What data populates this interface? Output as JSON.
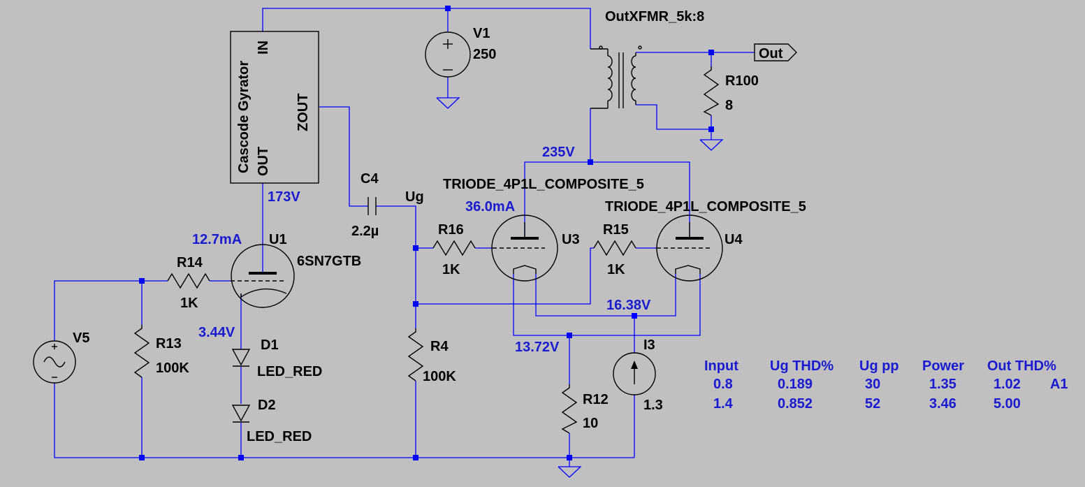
{
  "components": {
    "gyrator": {
      "title": "Cascode Gyrator",
      "pin_in": "IN",
      "pin_out": "OUT",
      "pin_zout": "ZOUT"
    },
    "v1": {
      "name": "V1",
      "value": "250"
    },
    "xfmr": {
      "name": "OutXFMR_5k:8"
    },
    "out_label": "Out",
    "r100": {
      "name": "R100",
      "value": "8"
    },
    "c4": {
      "name": "C4",
      "value": "2.2µ"
    },
    "ug_label": "Ug",
    "u3": {
      "model": "TRIODE_4P1L_COMPOSITE_5",
      "name": "U3"
    },
    "u4": {
      "model": "TRIODE_4P1L_COMPOSITE_5",
      "name": "U4"
    },
    "r16": {
      "name": "R16",
      "value": "1K"
    },
    "r15": {
      "name": "R15",
      "value": "1K"
    },
    "u1": {
      "name": "U1",
      "model": "6SN7GTB"
    },
    "r14": {
      "name": "R14",
      "value": "1K"
    },
    "r13": {
      "name": "R13",
      "value": "100K"
    },
    "r4": {
      "name": "R4",
      "value": "100K"
    },
    "v5": {
      "name": "V5"
    },
    "d1": {
      "name": "D1",
      "model": "LED_RED"
    },
    "d2": {
      "name": "D2",
      "model": "LED_RED"
    },
    "r12": {
      "name": "R12",
      "value": "10"
    },
    "i3": {
      "name": "I3",
      "value": "1.3"
    }
  },
  "annotations": {
    "v235": "235V",
    "v173": "173V",
    "i36": "36.0mA",
    "i12": "12.7mA",
    "v344": "3.44V",
    "v1638": "16.38V",
    "v1372": "13.72V"
  },
  "results_table": {
    "headers": [
      "Input",
      "Ug THD%",
      "Ug pp",
      "Power",
      "Out THD%"
    ],
    "rows": [
      [
        "0.8",
        "0.189",
        "30",
        "1.35",
        "1.02"
      ],
      [
        "1.4",
        "0.852",
        "52",
        "3.46",
        "5.00"
      ]
    ],
    "row1_tag": "A1"
  }
}
